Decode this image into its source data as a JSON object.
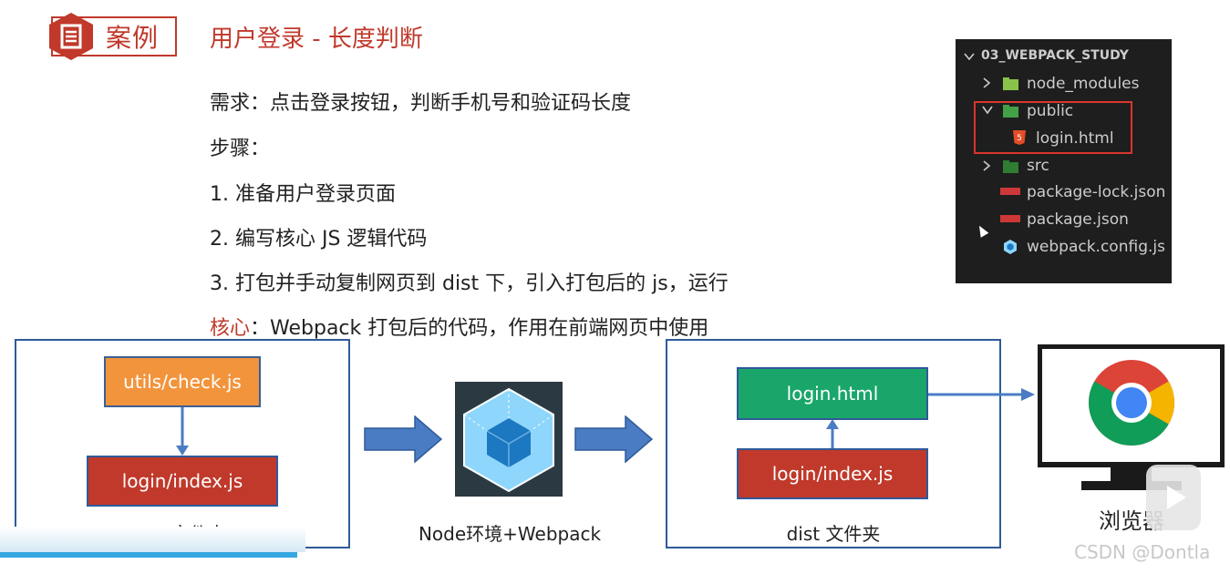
{
  "header": {
    "badge_label": "案例",
    "title": "用户登录 - 长度判断"
  },
  "content": {
    "requirement": "需求：点击登录按钮，判断手机号和验证码长度",
    "steps_label": "步骤：",
    "steps": [
      "1.   准备用户登录页面",
      "2.   编写核心 JS 逻辑代码",
      "3.   打包并手动复制网页到 dist 下，引入打包后的 js，运行"
    ],
    "core_label": "核心",
    "core_text": "：Webpack 打包后的代码，作用在前端网页中使用"
  },
  "file_tree": {
    "root": "03_WEBPACK_STUDY",
    "items": [
      "node_modules",
      "public",
      "login.html",
      "src",
      "package-lock.json",
      "package.json",
      "webpack.config.js"
    ]
  },
  "diagram": {
    "src_check": "utils/check.js",
    "src_login": "login/index.js",
    "src_caption": "src 文件夹",
    "node_caption": "Node环境+Webpack",
    "dist_html": "login.html",
    "dist_login": "login/index.js",
    "dist_caption": "dist 文件夹",
    "browser_caption": "浏览器"
  },
  "watermark": "CSDN @Dontla",
  "colors": {
    "accent_red": "#c0392b",
    "frame_blue": "#2e5a9a",
    "arrow_blue": "#4a7cc4",
    "orange": "#f2943c",
    "green": "#1aa66a"
  }
}
